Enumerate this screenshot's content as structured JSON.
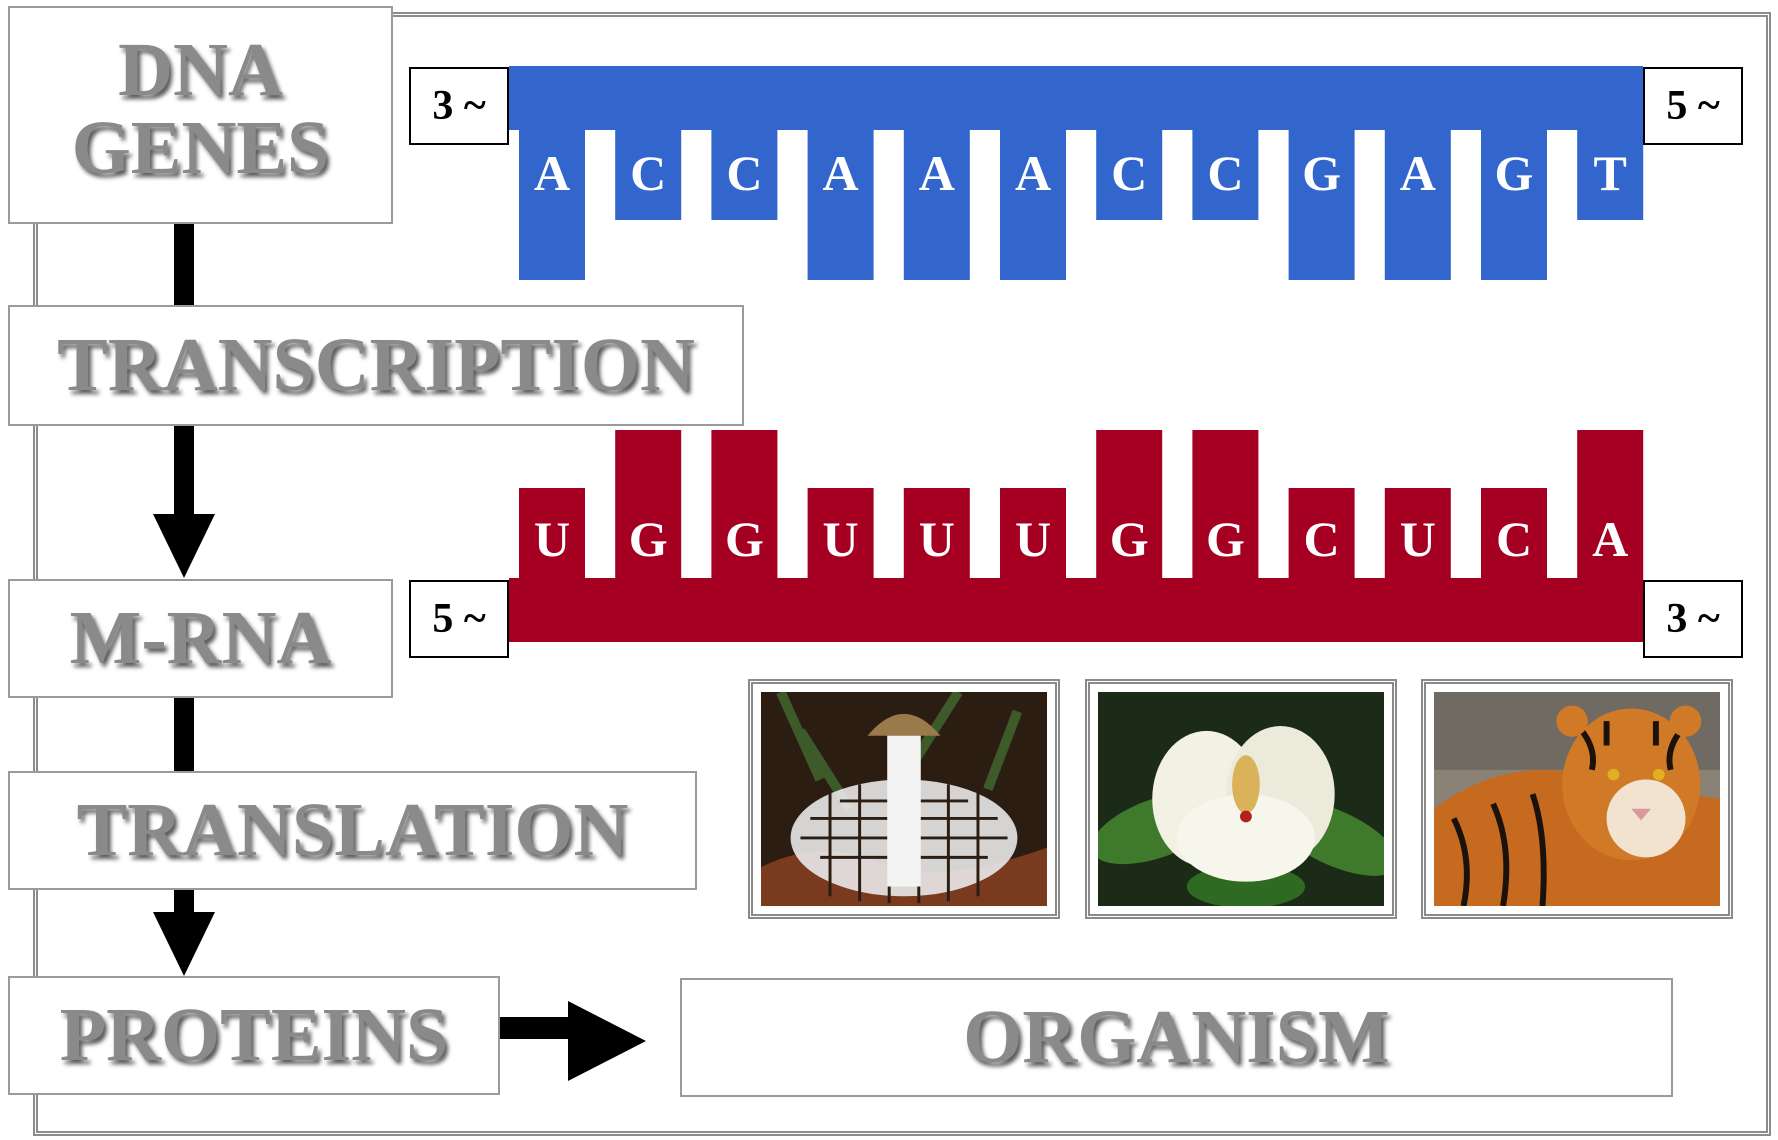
{
  "stages": {
    "dna": [
      "DNA",
      "GENES"
    ],
    "transcription": "TRANSCRIPTION",
    "mrna": "M-RNA",
    "translation": "TRANSLATION",
    "proteins": "PROTEINS",
    "organism": "ORGANISM"
  },
  "dna_strand": {
    "color": "#3366cc",
    "left_end": "3 ~",
    "right_end": "5 ~",
    "bases": [
      "A",
      "C",
      "C",
      "A",
      "A",
      "A",
      "C",
      "C",
      "G",
      "A",
      "G",
      "T"
    ]
  },
  "mrna_strand": {
    "color": "#a50021",
    "left_end": "5 ~",
    "right_end": "3 ~",
    "bases": [
      "U",
      "G",
      "G",
      "U",
      "U",
      "U",
      "G",
      "G",
      "C",
      "U",
      "C",
      "A"
    ]
  },
  "organism_photos": [
    "stinkhorn-fungus-photo",
    "magnolia-flower-photo",
    "tiger-photo"
  ],
  "colors": {
    "stage_text": "#8a8a8a",
    "dna": "#3366cc",
    "mrna": "#a50021"
  }
}
